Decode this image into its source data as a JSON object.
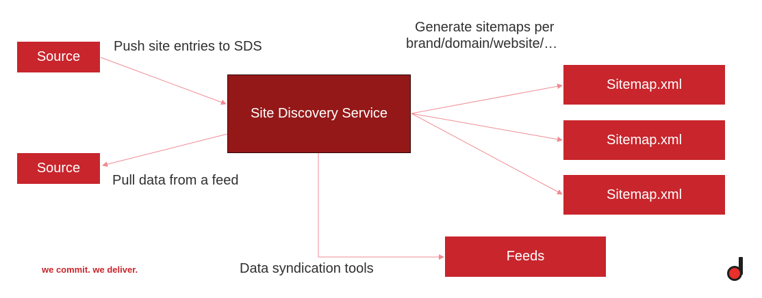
{
  "nodes": {
    "source_top": "Source",
    "source_bottom": "Source",
    "service": "Site Discovery Service",
    "sitemap_1": "Sitemap.xml",
    "sitemap_2": "Sitemap.xml",
    "sitemap_3": "Sitemap.xml",
    "feeds": "Feeds"
  },
  "edge_labels": {
    "push": "Push site entries to SDS",
    "pull": "Pull data from a feed",
    "generate_line1": "Generate sitemaps per",
    "generate_line2": "brand/domain/website/…",
    "syndication": "Data syndication tools"
  },
  "footer": {
    "slogan": "we commit. we deliver."
  },
  "colors": {
    "box": "#c8252c",
    "service_box": "#941818",
    "connector": "#ef8a93",
    "logo_dark": "#1e1e1e",
    "logo_dot": "#e8302c"
  }
}
